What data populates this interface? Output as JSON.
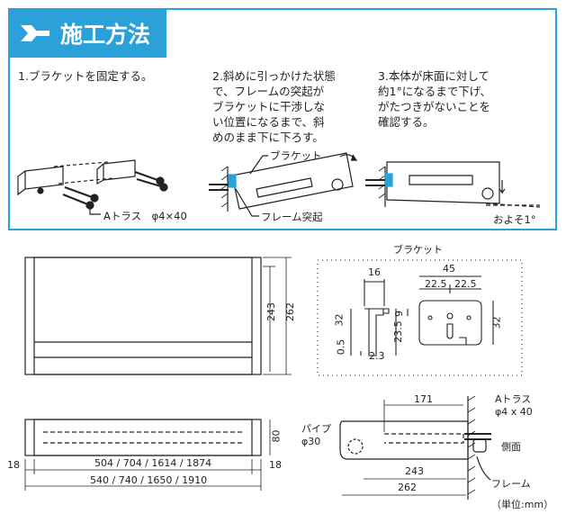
{
  "header": {
    "title": "施工方法",
    "icon": "chevron-right-icon",
    "accent_color": "#2aa1d8"
  },
  "steps": [
    {
      "text": "1.ブラケットを固定する。"
    },
    {
      "text": "2.斜めに引っかけた状態\nで、フレームの突起が\nブラケットに干渉しな\nい位置になるまで、斜\nめのまま下に下ろす。"
    },
    {
      "text": "3.本体が床面に対して\n約1°になるまで下げ、\nがたつきがないことを\n確認する。"
    }
  ],
  "step_labels": {
    "screw": "Aトラス　φ4×40",
    "bracket": "ブラケット",
    "frame_protrusion": "フレーム突起",
    "about_angle": "およそ1°"
  },
  "bracket_drawing": {
    "title": "ブラケット",
    "dims": {
      "w16": "16",
      "w45": "45",
      "w22a": "22.5",
      "w22b": "22.5",
      "h32a": "32",
      "h23": "23.5",
      "h9": "9",
      "h32b": "32",
      "h05": "0.5",
      "w23": "2.3"
    }
  },
  "front_view": {
    "h243": "243",
    "h262": "262"
  },
  "bottom_view": {
    "h80": "80",
    "side18a": "18",
    "side18b": "18",
    "inner": "504 / 704 / 1614 / 1874",
    "outer": "540 / 740 / 1650 / 1910"
  },
  "side_view": {
    "d171": "171",
    "screw": "Aトラス\nφ4 x 40",
    "side": "側面",
    "pipe": "パイプ\nφ30",
    "d243": "243",
    "d262": "262",
    "frame": "フレーム"
  },
  "unit_note": "（単位:mm）"
}
